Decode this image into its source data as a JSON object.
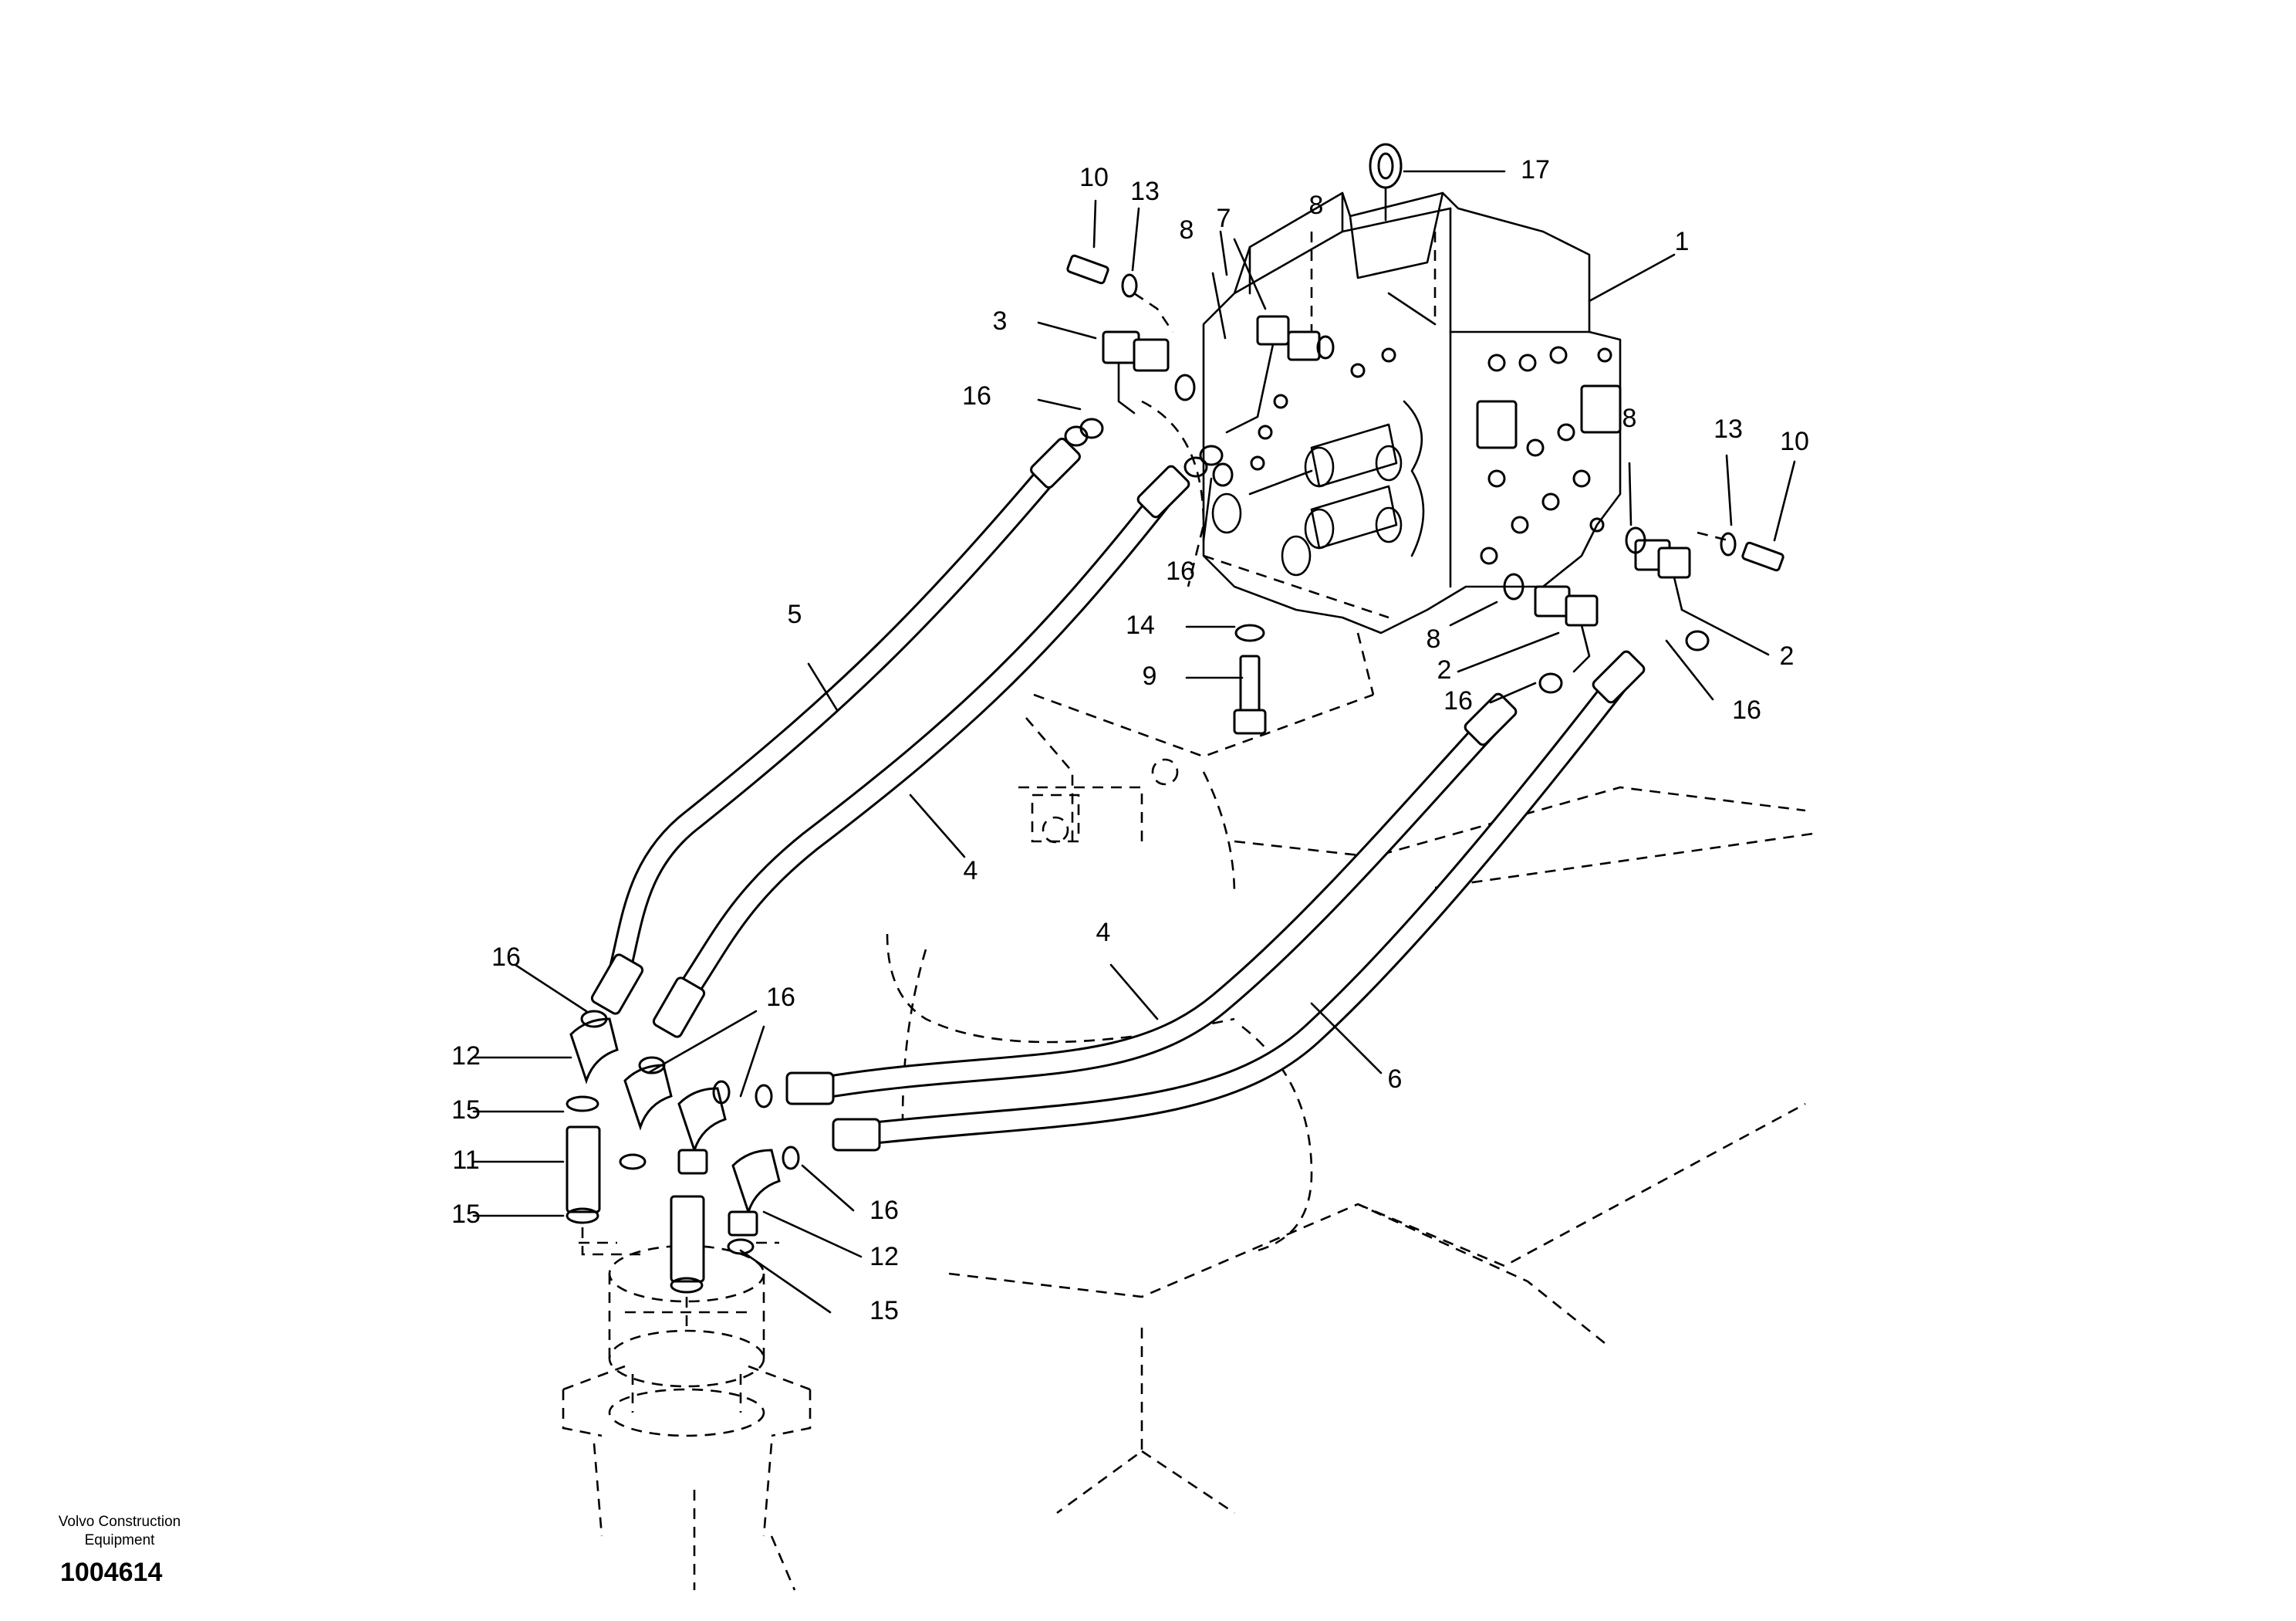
{
  "footer": {
    "brand_line1": "Volvo Construction",
    "brand_line2": "Equipment",
    "doc_number": "1004614"
  },
  "callouts": [
    {
      "id": "c17",
      "label": "17"
    },
    {
      "id": "c1",
      "label": "1"
    },
    {
      "id": "c10a",
      "label": "10"
    },
    {
      "id": "c13a",
      "label": "13"
    },
    {
      "id": "c7",
      "label": "7"
    },
    {
      "id": "c8a",
      "label": "8"
    },
    {
      "id": "c8b",
      "label": "8"
    },
    {
      "id": "c3",
      "label": "3"
    },
    {
      "id": "c16a",
      "label": "16"
    },
    {
      "id": "c16b",
      "label": "16"
    },
    {
      "id": "c8c",
      "label": "8"
    },
    {
      "id": "c13b",
      "label": "13"
    },
    {
      "id": "c10b",
      "label": "10"
    },
    {
      "id": "c5",
      "label": "5"
    },
    {
      "id": "c14",
      "label": "14"
    },
    {
      "id": "c8d",
      "label": "8"
    },
    {
      "id": "c2a",
      "label": "2"
    },
    {
      "id": "c2b",
      "label": "2"
    },
    {
      "id": "c9",
      "label": "9"
    },
    {
      "id": "c16c",
      "label": "16"
    },
    {
      "id": "c16d",
      "label": "16"
    },
    {
      "id": "c4a",
      "label": "4"
    },
    {
      "id": "c16e",
      "label": "16"
    },
    {
      "id": "c4b",
      "label": "4"
    },
    {
      "id": "c16f",
      "label": "16"
    },
    {
      "id": "c12a",
      "label": "12"
    },
    {
      "id": "c6",
      "label": "6"
    },
    {
      "id": "c15a",
      "label": "15"
    },
    {
      "id": "c11",
      "label": "11"
    },
    {
      "id": "c15b",
      "label": "15"
    },
    {
      "id": "c16g",
      "label": "16"
    },
    {
      "id": "c12b",
      "label": "12"
    },
    {
      "id": "c15c",
      "label": "15"
    }
  ]
}
